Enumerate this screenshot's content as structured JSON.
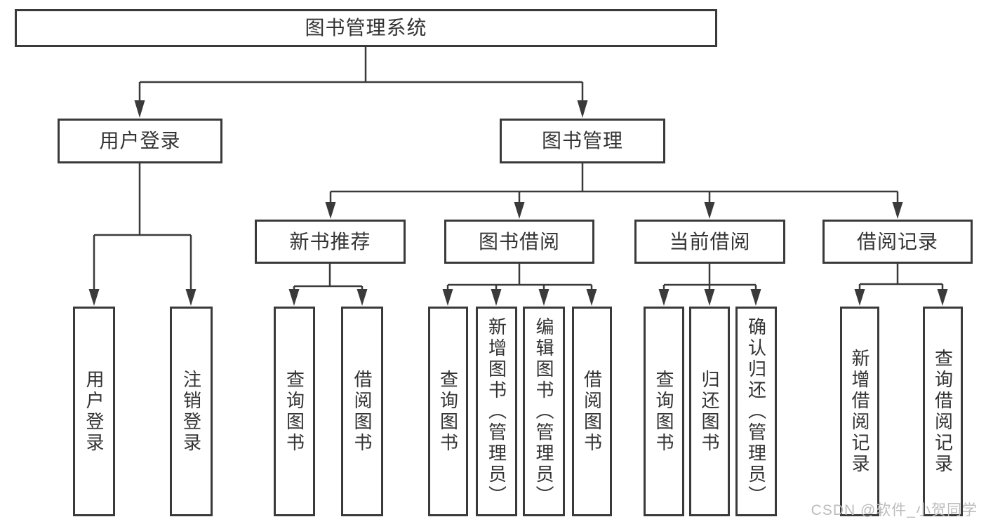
{
  "diagram_title": "图书管理系统",
  "colors": {
    "line": "#3a3a3a",
    "box_border": "#3a3a3a",
    "text": "#333333",
    "background": "#ffffff",
    "watermark": "#bcbcbc"
  },
  "tree": {
    "label": "图书管理系统",
    "children": [
      {
        "label": "用户登录",
        "children": [
          {
            "label": "用户登录"
          },
          {
            "label": "注销登录"
          }
        ]
      },
      {
        "label": "图书管理",
        "children": [
          {
            "label": "新书推荐",
            "children": [
              {
                "label": "查询图书"
              },
              {
                "label": "借阅图书"
              }
            ]
          },
          {
            "label": "图书借阅",
            "children": [
              {
                "label": "查询图书"
              },
              {
                "label": "新增图书（管理员）"
              },
              {
                "label": "编辑图书（管理员）"
              },
              {
                "label": "借阅图书"
              }
            ]
          },
          {
            "label": "当前借阅",
            "children": [
              {
                "label": "查询图书"
              },
              {
                "label": "归还图书"
              },
              {
                "label": "确认归还（管理员）"
              }
            ]
          },
          {
            "label": "借阅记录",
            "children": [
              {
                "label": "新增借阅记录"
              },
              {
                "label": "查询借阅记录"
              }
            ]
          }
        ]
      }
    ]
  },
  "watermark": {
    "text": "CSDN @软件_小贺同学"
  }
}
